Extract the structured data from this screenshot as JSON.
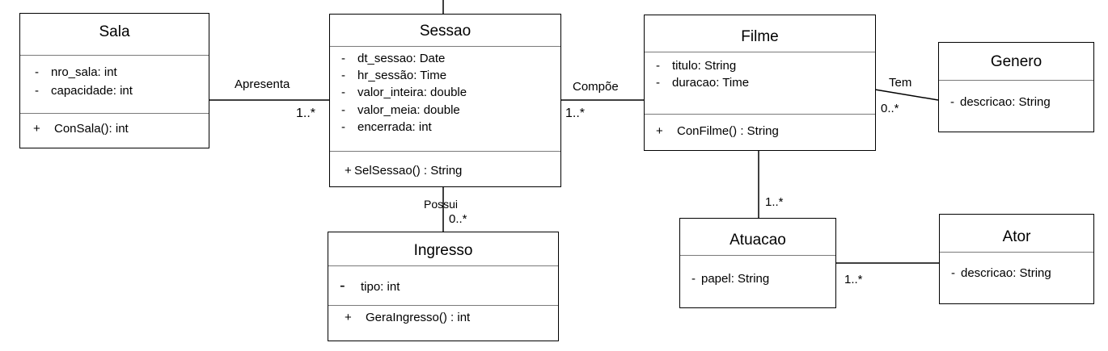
{
  "classes": {
    "sala": {
      "name": "Sala",
      "attributes": [
        {
          "marker": "-",
          "text": "nro_sala: int"
        },
        {
          "marker": "-",
          "text": "capacidade: int"
        }
      ],
      "methods": [
        {
          "marker": "+",
          "text": "ConSala(): int"
        }
      ]
    },
    "sessao": {
      "name": "Sessao",
      "attributes": [
        {
          "marker": "-",
          "text": "dt_sessao: Date"
        },
        {
          "marker": "-",
          "text": "hr_sessão: Time"
        },
        {
          "marker": "-",
          "text": "valor_inteira: double"
        },
        {
          "marker": "-",
          "text": "valor_meia: double"
        },
        {
          "marker": "-",
          "text": "encerrada: int"
        }
      ],
      "methods": [
        {
          "marker": "+",
          "text": "SelSessao() : String"
        }
      ]
    },
    "filme": {
      "name": "Filme",
      "attributes": [
        {
          "marker": "-",
          "text": "titulo: String"
        },
        {
          "marker": "-",
          "text": "duracao: Time"
        }
      ],
      "methods": [
        {
          "marker": "+",
          "text": "ConFilme() : String"
        }
      ]
    },
    "genero": {
      "name": "Genero",
      "attributes": [
        {
          "marker": "-",
          "text": "descricao: String"
        }
      ]
    },
    "ingresso": {
      "name": "Ingresso",
      "attributes": [
        {
          "marker": "-",
          "text": "tipo: int"
        }
      ],
      "methods": [
        {
          "marker": "+",
          "text": "GeraIngresso() : int"
        }
      ]
    },
    "atuacao": {
      "name": "Atuacao",
      "attributes": [
        {
          "marker": "-",
          "text": "papel: String"
        }
      ]
    },
    "ator": {
      "name": "Ator",
      "attributes": [
        {
          "marker": "-",
          "text": "descricao: String"
        }
      ]
    }
  },
  "associations": {
    "sala_sessao": {
      "label": "Apresenta",
      "multiplicity": "1..*"
    },
    "sessao_filme": {
      "label": "Compõe",
      "multiplicity": "1..*"
    },
    "filme_genero": {
      "label": "Tem",
      "multiplicity": "0..*"
    },
    "sessao_ingresso": {
      "label": "Possui",
      "multiplicity": "0..*"
    },
    "filme_atuacao": {
      "multiplicity": "1..*"
    },
    "atuacao_ator": {
      "multiplicity": "1..*"
    }
  },
  "colors": {
    "line": "#000000",
    "separator": "#7a7a7a",
    "background": "#ffffff"
  }
}
